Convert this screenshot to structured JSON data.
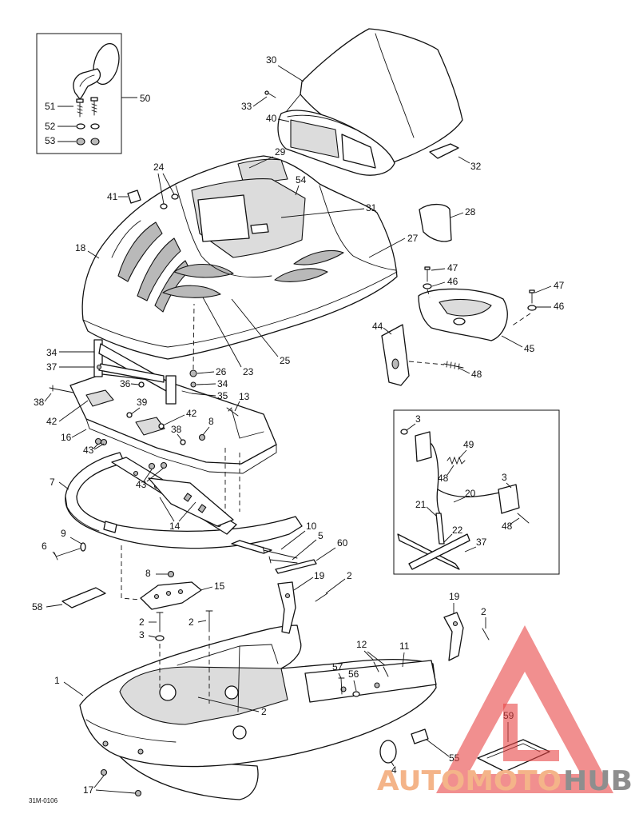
{
  "figure": {
    "drawing_code": "31M-0106"
  },
  "callouts": [
    "30",
    "33",
    "40",
    "29",
    "32",
    "54",
    "24",
    "41",
    "31",
    "28",
    "18",
    "27",
    "47",
    "46",
    "47",
    "46",
    "44",
    "45",
    "48",
    "51",
    "52",
    "53",
    "50",
    "34",
    "37",
    "26",
    "23",
    "25",
    "36",
    "34",
    "35",
    "13",
    "38",
    "39",
    "42",
    "42",
    "16",
    "8",
    "43",
    "43",
    "14",
    "7",
    "10",
    "5",
    "9",
    "6",
    "60",
    "8",
    "15",
    "19",
    "2",
    "58",
    "2",
    "2",
    "3",
    "19",
    "2",
    "1",
    "12",
    "11",
    "57",
    "56",
    "2",
    "59",
    "55",
    "4",
    "17",
    "3",
    "49",
    "48",
    "20",
    "3",
    "21",
    "48",
    "22",
    "37",
    "38"
  ],
  "watermark": {
    "brand_first": "AUTOMOTO",
    "brand_second": "HUB"
  },
  "colors": {
    "line": "#111111",
    "recess": "#dcdcdc",
    "watermark_red": "#e84545",
    "watermark_peach": "#f4b489",
    "watermark_gray": "#8e8e8e"
  }
}
